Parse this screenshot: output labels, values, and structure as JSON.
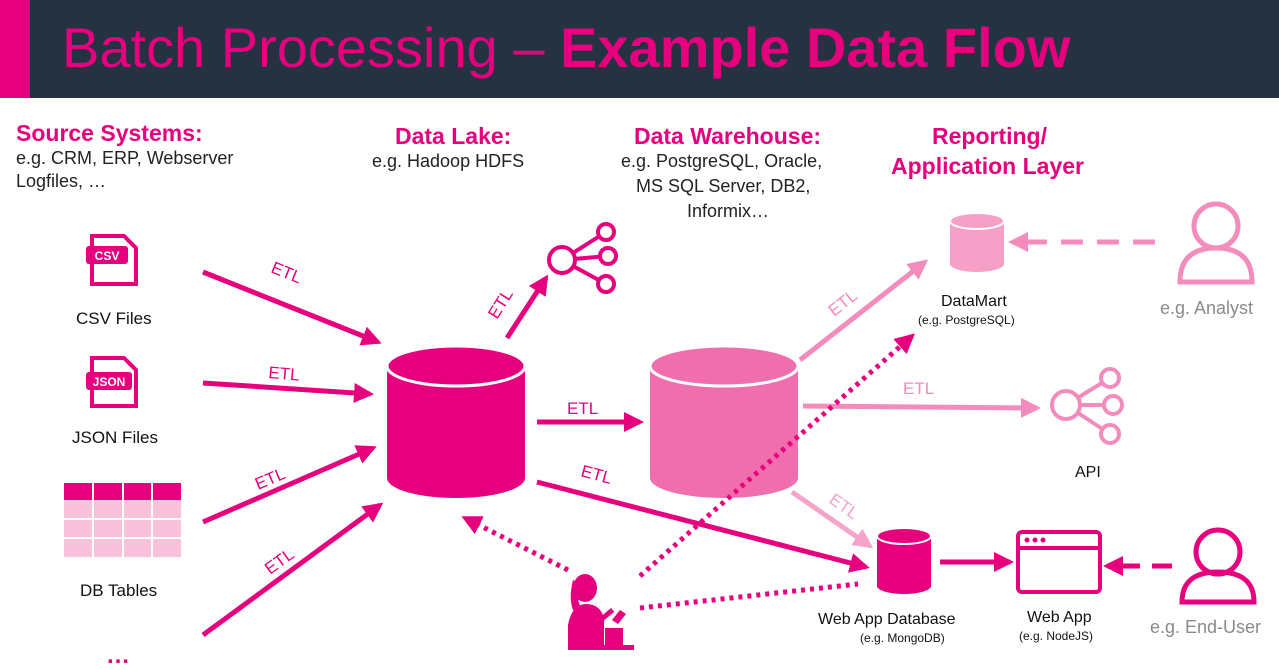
{
  "slide": {
    "title_part1": "Batch Processing – ",
    "title_part2": "Example Data Flow"
  },
  "columns": {
    "source": {
      "heading": "Source Systems:",
      "line1": "e.g. CRM, ERP, Webserver",
      "line2": "Logfiles, …"
    },
    "lake": {
      "heading": "Data Lake:",
      "line1": "e.g. Hadoop HDFS"
    },
    "warehouse": {
      "heading": "Data Warehouse:",
      "line1": "e.g. PostgreSQL, Oracle,",
      "line2": "MS SQL Server, DB2,",
      "line3": "Informix…"
    },
    "reporting": {
      "heading_line1": "Reporting/",
      "heading_line2": "Application Layer"
    }
  },
  "sources": {
    "csv_label": "CSV Files",
    "csv_icon_text": "CSV",
    "json_label": "JSON Files",
    "json_icon_text": "JSON",
    "db_label": "DB Tables",
    "more_label": "…"
  },
  "etl_label": "ETL",
  "targets": {
    "datamart_label": "DataMart",
    "datamart_sub": "(e.g. PostgreSQL)",
    "api_label": "API",
    "webapp_db_label": "Web App Database",
    "webapp_db_sub": "(e.g. MongoDB)",
    "webapp_label": "Web App",
    "webapp_sub": "(e.g. NodeJS)"
  },
  "users": {
    "analyst": "e.g. Analyst",
    "end_user": "e.g. End-User"
  },
  "icons": {
    "csv_file": "csv-file-icon",
    "json_file": "json-file-icon",
    "db_table": "table-icon",
    "database": "database-icon",
    "share": "share-network-icon",
    "browser": "browser-window-icon",
    "user": "user-icon",
    "scientist": "data-scientist-icon"
  },
  "colors": {
    "accent": "#e6007e",
    "light_accent": "#f06eae",
    "pale_accent": "#f6a0c8",
    "header_bg": "#253241",
    "grey": "#8a8a8a"
  }
}
